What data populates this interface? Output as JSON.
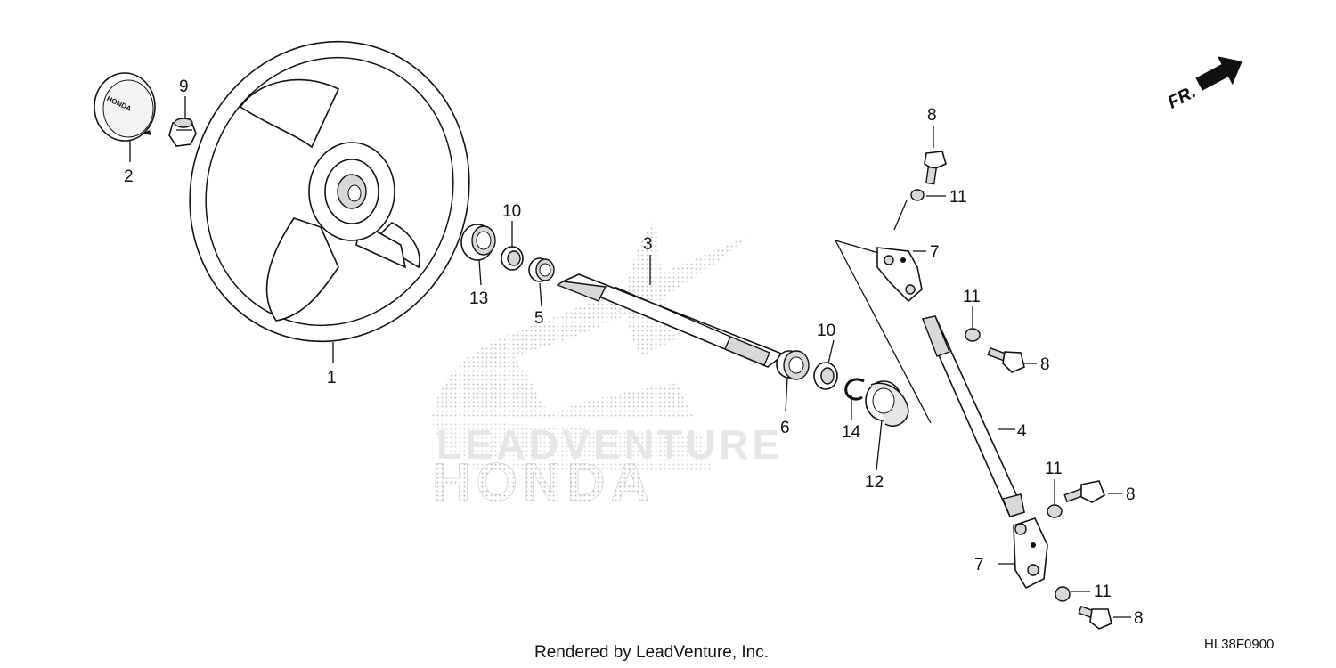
{
  "parts": {
    "p1": "1",
    "p2": "2",
    "p3": "3",
    "p4": "4",
    "p5": "5",
    "p6": "6",
    "p7a": "7",
    "p7b": "7",
    "p8a": "8",
    "p8b": "8",
    "p8c": "8",
    "p8d": "8",
    "p9": "9",
    "p10a": "10",
    "p10b": "10",
    "p11a": "11",
    "p11b": "11",
    "p11c": "11",
    "p11d": "11",
    "p12": "12",
    "p13": "13",
    "p14": "14"
  },
  "direction_label": "FR.",
  "watermark": {
    "brand": "HONDA",
    "dealer": "LEADVENTURE"
  },
  "footer": {
    "rendered_by": "Rendered by LeadVenture, Inc.",
    "diagram_code": "HL38F0900"
  },
  "colors": {
    "ink": "#111111",
    "watermark": "#c8c8c8",
    "background": "#ffffff"
  }
}
